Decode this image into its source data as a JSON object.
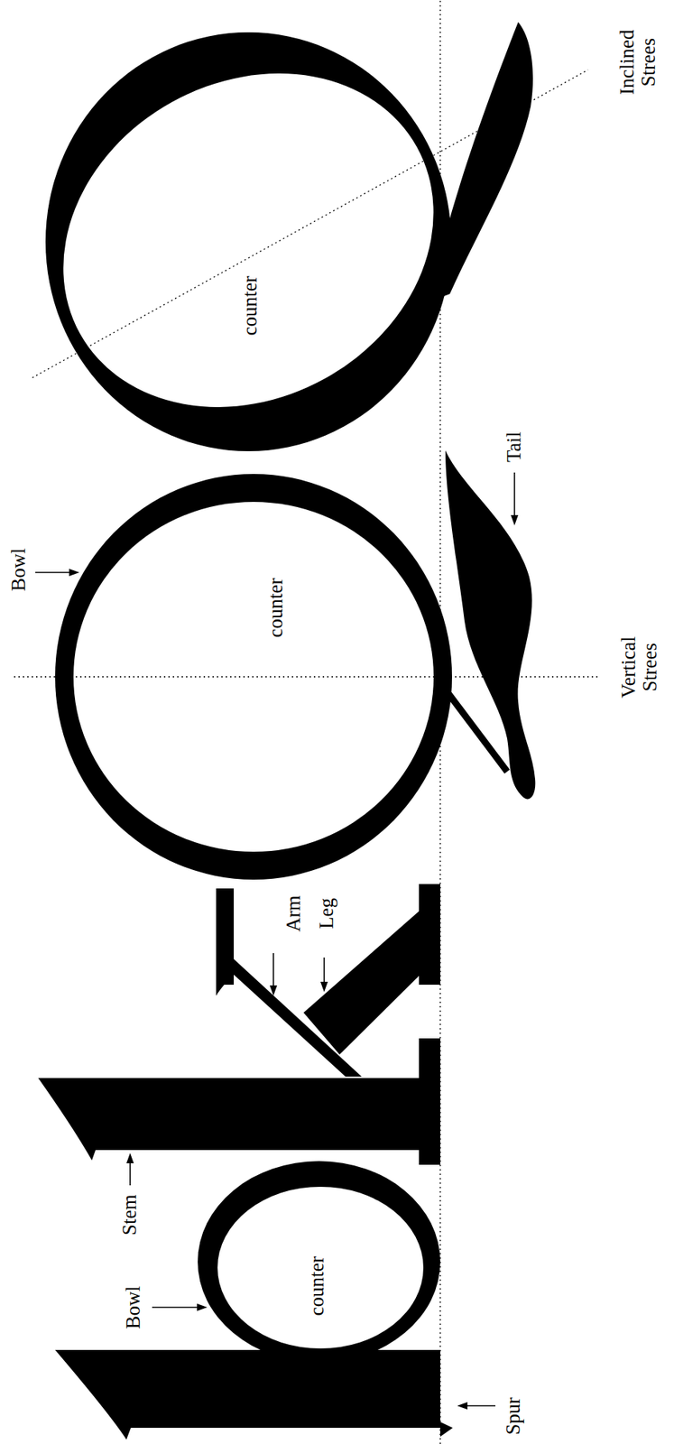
{
  "diagram": {
    "labels": [
      "Bowl",
      "Stem",
      "counter",
      "Spur",
      "Arm",
      "Leg",
      "Bowl",
      "counter",
      "Tail",
      "Vertical Strees",
      "counter",
      "Inclined Strees"
    ]
  }
}
